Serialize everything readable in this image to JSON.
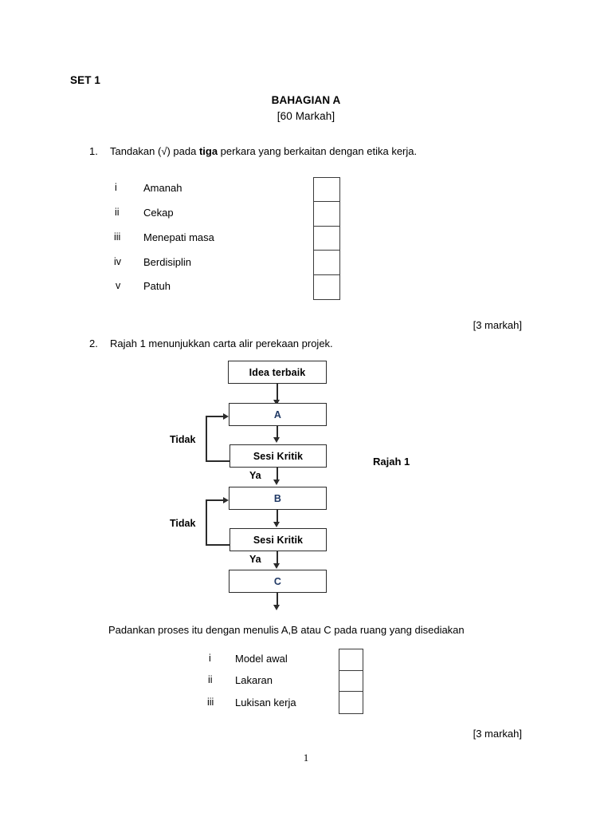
{
  "document": {
    "set_label": "SET 1",
    "section_title": "BAHAGIAN A",
    "section_marks": "[60 Markah]",
    "page_number": "1"
  },
  "question1": {
    "number": "1.",
    "text_before_bold": "Tandakan (√) pada ",
    "bold_word": "tiga",
    "text_after_bold": " perkara yang berkaitan dengan etika kerja.",
    "items": [
      {
        "roman": "i",
        "label": "Amanah",
        "answer": ""
      },
      {
        "roman": "ii",
        "label": "Cekap",
        "answer": ""
      },
      {
        "roman": "iii",
        "label": "Menepati masa",
        "answer": ""
      },
      {
        "roman": "iv",
        "label": "Berdisiplin",
        "answer": ""
      },
      {
        "roman": "v",
        "label": "Patuh",
        "answer": ""
      }
    ],
    "marks": "[3 markah]"
  },
  "question2": {
    "number": "2.",
    "text": "Rajah 1 menunjukkan carta alir perekaan projek.",
    "figure_caption": "Rajah 1",
    "sub_instruction": "Padankan proses itu dengan menulis A,B atau C pada ruang yang disediakan",
    "items": [
      {
        "roman": "i",
        "label": "Model awal",
        "answer": ""
      },
      {
        "roman": "ii",
        "label": "Lakaran",
        "answer": ""
      },
      {
        "roman": "iii",
        "label": "Lukisan kerja",
        "answer": ""
      }
    ],
    "marks": "[3 markah]"
  },
  "flowchart": {
    "colors": {
      "letter": "#1f3864",
      "stroke": "#2b2b2b"
    },
    "nodes": [
      {
        "id": "start",
        "label": "Idea terbaik",
        "kind": "process"
      },
      {
        "id": "a",
        "label": "A",
        "kind": "letter"
      },
      {
        "id": "crit1",
        "label": "Sesi Kritik",
        "kind": "decision"
      },
      {
        "id": "b",
        "label": "B",
        "kind": "letter"
      },
      {
        "id": "crit2",
        "label": "Sesi Kritik",
        "kind": "decision"
      },
      {
        "id": "c",
        "label": "C",
        "kind": "letter"
      }
    ],
    "edge_labels": {
      "tidak_1": "Tidak",
      "ya_1": "Ya",
      "tidak_2": "Tidak",
      "ya_2": "Ya"
    }
  }
}
